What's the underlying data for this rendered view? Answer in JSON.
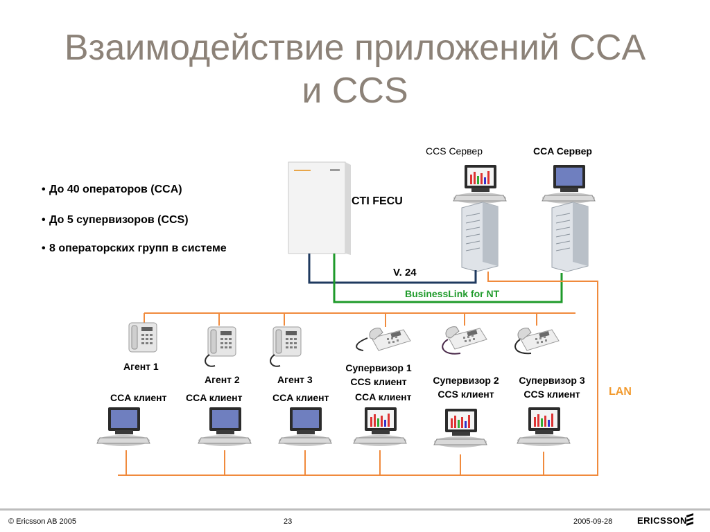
{
  "slide": {
    "title_line1": "Взаимодействие приложений CCA",
    "title_line2": "и CCS",
    "bullets": [
      "До 40 операторов (CCA)",
      "До 5 супервизоров (CCS)",
      "8 операторских групп в системе"
    ]
  },
  "diagram": {
    "ccs_server": "CCS Сервер",
    "cca_server": "CCA Сервер",
    "cti_fecu": "CTI FECU",
    "v24": "V. 24",
    "businesslink": "BusinessLink for NT",
    "lan": "LAN",
    "agent1": "Агент 1",
    "agent2": "Агент 2",
    "agent3": "Агент 3",
    "supervisor1_line1": "Супервизор 1",
    "supervisor1_line2": "CCS клиент",
    "supervisor2_line1": "Супервизор 2",
    "supervisor2_line2": "CCS клиент",
    "supervisor3_line1": "Супервизор 3",
    "supervisor3_line2": "CCS клиент",
    "cca_client": "CCA клиент",
    "colors": {
      "lan": "#f08a3c",
      "v24": "#1f3a5f",
      "businesslink": "#1e9a2a",
      "lan_label": "#f29a2e",
      "title": "#8c8278"
    }
  },
  "footer": {
    "copyright": "© Ericsson AB 2005",
    "page": "23",
    "date": "2005-09-28",
    "logo": "ERICSSON"
  }
}
